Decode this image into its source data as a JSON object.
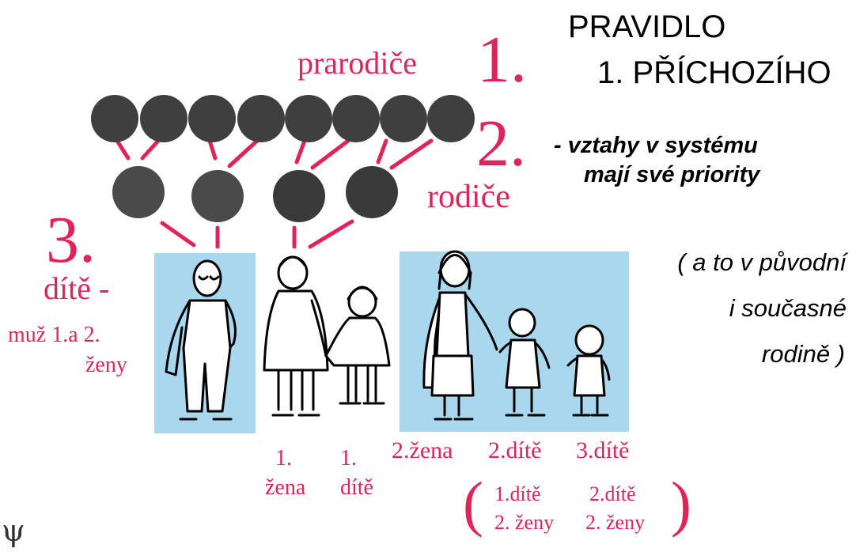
{
  "colors": {
    "accent_red": "#e0245a",
    "highlight_blue": "#a9d8ee",
    "node_dark": "#3f3f3f",
    "text_black": "#000000"
  },
  "title": {
    "line1": "PRAVIDLO",
    "line2": "1. PŘÍCHOZÍHO"
  },
  "levels": {
    "grandparents": {
      "label": "prarodiče",
      "number": "1."
    },
    "parents": {
      "label": "rodiče",
      "number": "2."
    },
    "child": {
      "label": "dítě -",
      "number": "3.",
      "sublabel_line1": "muž 1.a 2.",
      "sublabel_line2": "ženy"
    }
  },
  "note": {
    "line1": "- vztahy v systému",
    "line2": "mají své priority"
  },
  "aside": {
    "line1": "( a to v původní",
    "line2": "i současné",
    "line3": "rodině )"
  },
  "figures": {
    "first_wife": {
      "line1": "1.",
      "line2": "žena"
    },
    "first_child": {
      "line1": "1.",
      "line2": "dítě"
    },
    "second_wife": "2.žena",
    "second_child": "2.dítě",
    "third_child": "3.dítě"
  },
  "bracket_notes": {
    "open": "(",
    "close": ")",
    "left_line1": "1.dítě",
    "left_line2": "2. ženy",
    "right_line1": "2.dítě",
    "right_line2": "2. ženy"
  },
  "signature_glyph": "ψ",
  "icons": [
    "person-man-figure",
    "person-woman-figure",
    "person-girl-figure",
    "person-woman-figure",
    "person-boy-figure",
    "person-toddler-figure"
  ]
}
